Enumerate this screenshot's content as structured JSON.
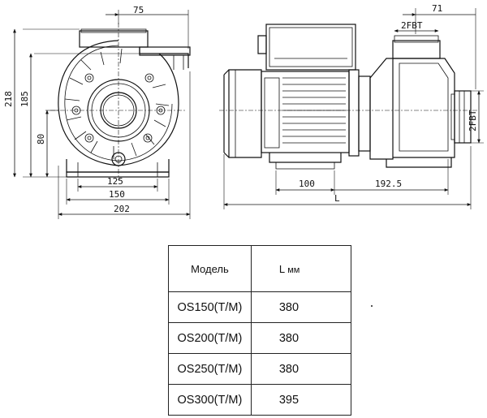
{
  "front_view": {
    "dims": {
      "top": "75",
      "height_overall": "218",
      "height_body": "185",
      "shaft_height": "80",
      "feet_spacing": "125",
      "base_width": "150",
      "overall_width": "202"
    }
  },
  "side_view": {
    "dims": {
      "top_right": "71",
      "suction_label": "2FBT",
      "discharge_label": "2FBT",
      "foot_distance": "100",
      "pump_length": "192.5",
      "overall_length": "L"
    }
  },
  "table": {
    "header": {
      "model": "Модель",
      "length_main": "L",
      "length_unit": "мм"
    },
    "rows": [
      {
        "model": "OS150(T/M)",
        "length": "380"
      },
      {
        "model": "OS200(T/M)",
        "length": "380"
      },
      {
        "model": "OS250(T/M)",
        "length": "380"
      },
      {
        "model": "OS300(T/M)",
        "length": "395"
      }
    ]
  }
}
